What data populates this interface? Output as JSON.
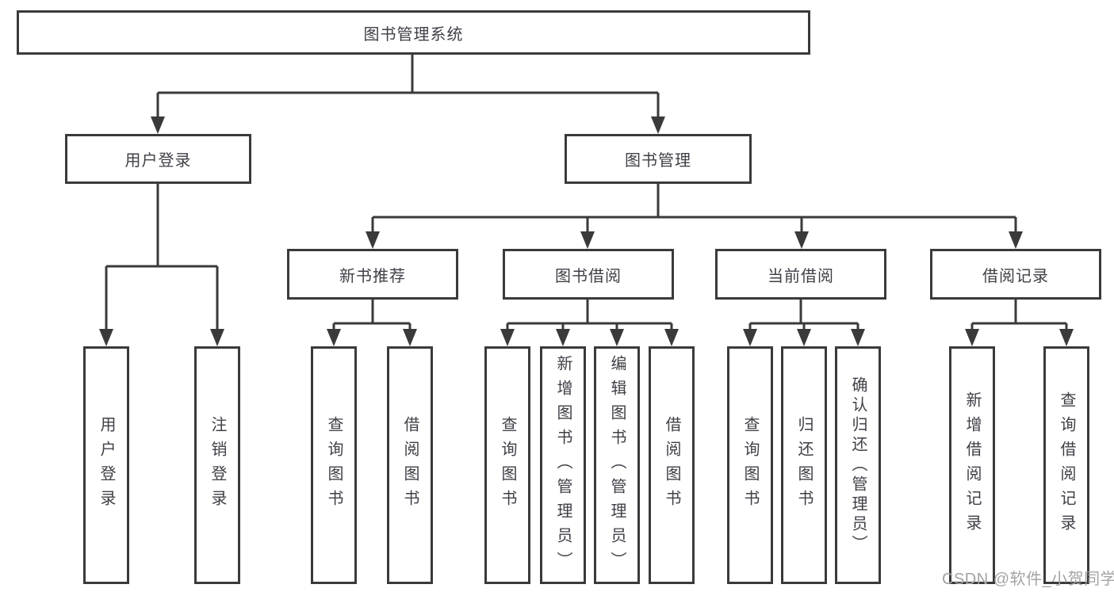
{
  "tree": {
    "root": {
      "label": "图书管理系统",
      "children": [
        {
          "label": "用户登录",
          "children": [
            {
              "label": "用户登录"
            },
            {
              "label": "注销登录"
            }
          ]
        },
        {
          "label": "图书管理",
          "children": [
            {
              "label": "新书推荐",
              "children": [
                {
                  "label": "查询图书"
                },
                {
                  "label": "借阅图书"
                }
              ]
            },
            {
              "label": "图书借阅",
              "children": [
                {
                  "label": "查询图书"
                },
                {
                  "label": "新增图书（管理员）"
                },
                {
                  "label": "编辑图书（管理员）"
                },
                {
                  "label": "借阅图书"
                }
              ]
            },
            {
              "label": "当前借阅",
              "children": [
                {
                  "label": "查询图书"
                },
                {
                  "label": "归还图书"
                },
                {
                  "label": "确认归还（管理员）"
                }
              ]
            },
            {
              "label": "借阅记录",
              "children": [
                {
                  "label": "新增借阅记录"
                },
                {
                  "label": "查询借阅记录"
                }
              ]
            }
          ]
        }
      ]
    }
  },
  "watermark": "CSDN @软件_小贺同学",
  "colors": {
    "line": "#3a3a3a",
    "text": "#3f3f47",
    "watermark": "#a3a3a3",
    "background": "#ffffff"
  }
}
